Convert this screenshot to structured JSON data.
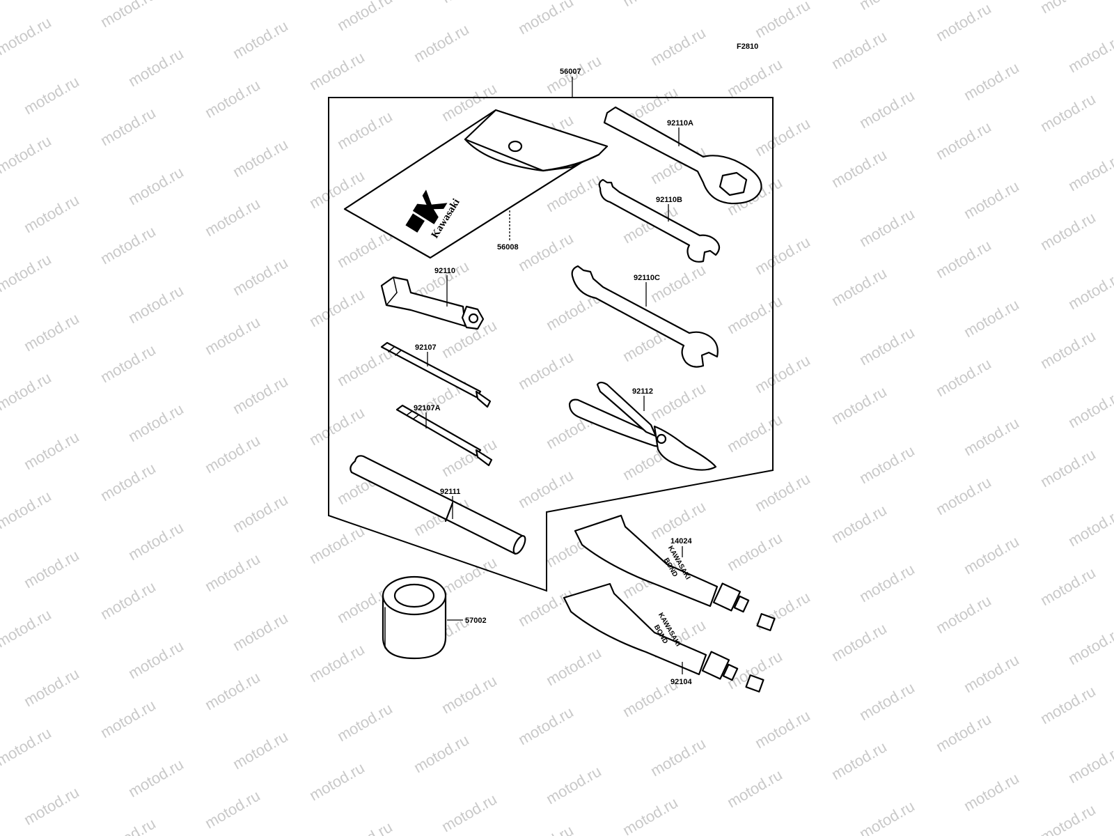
{
  "figure_code": "F2810",
  "watermark": "motod.ru",
  "brand_logo_text": "Kawasaki",
  "tube_text": [
    "KAWASAKI",
    "BOND"
  ],
  "parts": [
    {
      "id": "56007"
    },
    {
      "id": "56008"
    },
    {
      "id": "92110A"
    },
    {
      "id": "92110B"
    },
    {
      "id": "92110"
    },
    {
      "id": "92110C"
    },
    {
      "id": "92107"
    },
    {
      "id": "92107A"
    },
    {
      "id": "92112"
    },
    {
      "id": "92111"
    },
    {
      "id": "14024"
    },
    {
      "id": "57002"
    },
    {
      "id": "92104"
    }
  ]
}
